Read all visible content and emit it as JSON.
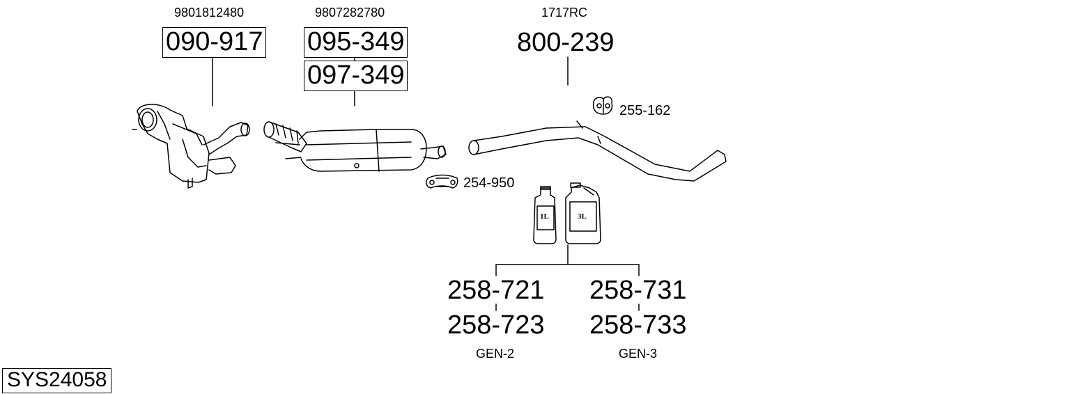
{
  "system_code": "SYS24058",
  "parts": {
    "cat": {
      "oem": "9801812480",
      "part_no": "090-917"
    },
    "dpf": {
      "oem": "9807282780",
      "part_no_1": "095-349",
      "part_no_2": "097-349"
    },
    "pipe": {
      "oem": "1717RC",
      "part_no": "800-239"
    },
    "hanger": {
      "part_no": "255-162"
    },
    "clamp": {
      "part_no": "254-950"
    }
  },
  "additive": {
    "bottle_small_label": "1L",
    "bottle_large_label": "3L",
    "gen2": {
      "part_no_1": "258-721",
      "part_no_2": "258-723",
      "label": "GEN-2"
    },
    "gen3": {
      "part_no_1": "258-731",
      "part_no_2": "258-733",
      "label": "GEN-3"
    }
  }
}
